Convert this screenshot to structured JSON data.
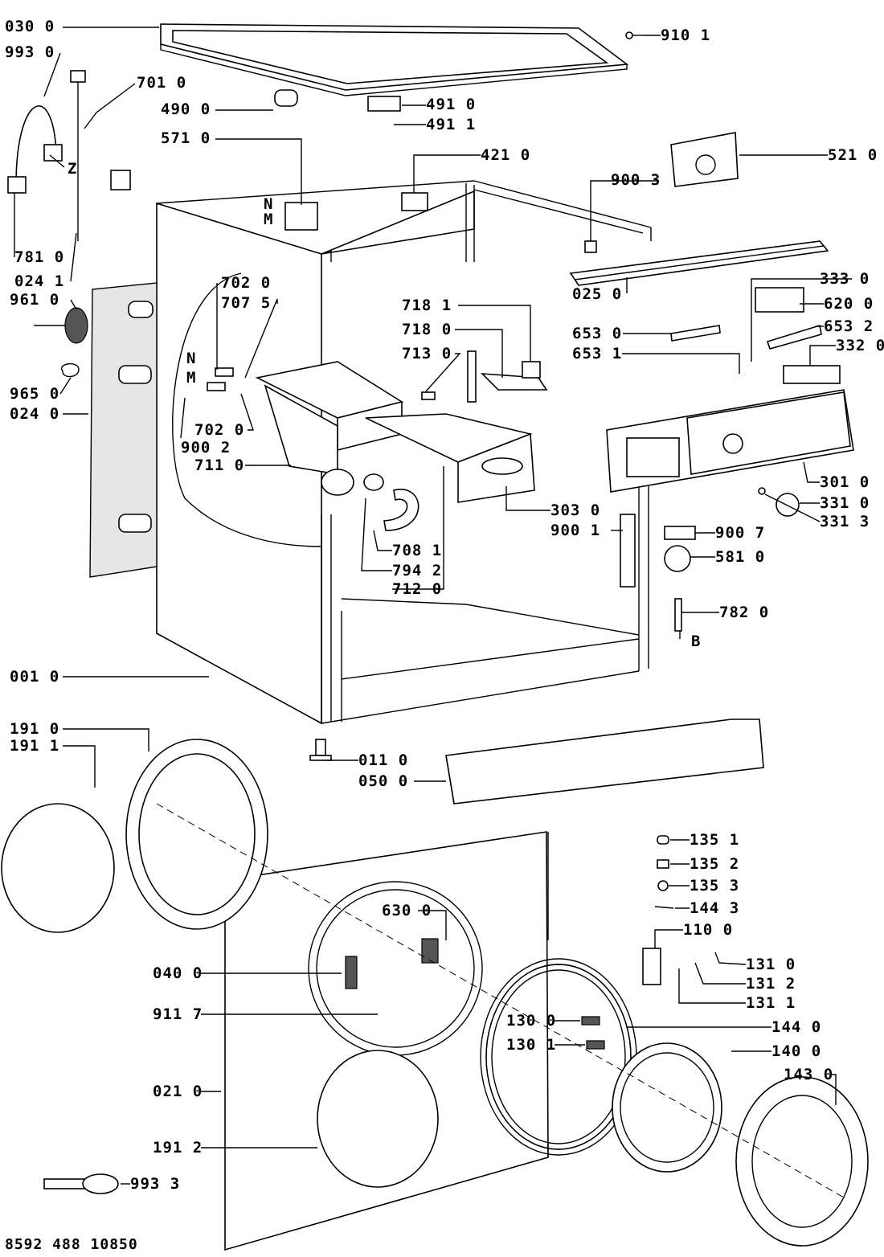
{
  "labels": [
    {
      "id": "l0300",
      "text": "030 0"
    },
    {
      "id": "l9930",
      "text": "993 0"
    },
    {
      "id": "l7010",
      "text": "701 0"
    },
    {
      "id": "l4900",
      "text": "490 0"
    },
    {
      "id": "l4910",
      "text": "491 0"
    },
    {
      "id": "l4911",
      "text": "491 1"
    },
    {
      "id": "l5710",
      "text": "571 0"
    },
    {
      "id": "l4210",
      "text": "421 0"
    },
    {
      "id": "l9101",
      "text": "910 1"
    },
    {
      "id": "l5210",
      "text": "521 0"
    },
    {
      "id": "lZ",
      "text": "Z"
    },
    {
      "id": "lN1",
      "text": "N"
    },
    {
      "id": "lM1",
      "text": "M"
    },
    {
      "id": "l9003",
      "text": "900 3"
    },
    {
      "id": "l7810",
      "text": "781 0"
    },
    {
      "id": "l0241",
      "text": "024 1"
    },
    {
      "id": "l7020a",
      "text": "702 0"
    },
    {
      "id": "l7075",
      "text": "707 5"
    },
    {
      "id": "l3330",
      "text": "333 0"
    },
    {
      "id": "l0250",
      "text": "025 0"
    },
    {
      "id": "l6200",
      "text": "620 0"
    },
    {
      "id": "l9610",
      "text": "961 0"
    },
    {
      "id": "l7181",
      "text": "718 1"
    },
    {
      "id": "l7180",
      "text": "718 0"
    },
    {
      "id": "l7130",
      "text": "713 0"
    },
    {
      "id": "l6530",
      "text": "653 0"
    },
    {
      "id": "l6532",
      "text": "653 2"
    },
    {
      "id": "l6531",
      "text": "653 1"
    },
    {
      "id": "l3320",
      "text": "332 0"
    },
    {
      "id": "lN2",
      "text": "N"
    },
    {
      "id": "lM2",
      "text": "M"
    },
    {
      "id": "l9650",
      "text": "965 0"
    },
    {
      "id": "l0240",
      "text": "024 0"
    },
    {
      "id": "l7020b",
      "text": "702 0"
    },
    {
      "id": "l9002",
      "text": "900 2"
    },
    {
      "id": "l7110",
      "text": "711 0"
    },
    {
      "id": "l3010",
      "text": "301 0"
    },
    {
      "id": "l3310",
      "text": "331 0"
    },
    {
      "id": "l3313",
      "text": "331 3"
    },
    {
      "id": "l3030",
      "text": "303 0"
    },
    {
      "id": "l9001",
      "text": "900 1"
    },
    {
      "id": "l9007",
      "text": "900 7"
    },
    {
      "id": "l5810",
      "text": "581 0"
    },
    {
      "id": "l7081",
      "text": "708 1"
    },
    {
      "id": "l7942",
      "text": "794 2"
    },
    {
      "id": "l7120",
      "text": "712 0"
    },
    {
      "id": "l7820",
      "text": "782 0"
    },
    {
      "id": "lB",
      "text": "B"
    },
    {
      "id": "l0010",
      "text": "001 0"
    },
    {
      "id": "l1910",
      "text": "191 0"
    },
    {
      "id": "l1911",
      "text": "191 1"
    },
    {
      "id": "l0110",
      "text": "011 0"
    },
    {
      "id": "l0500",
      "text": "050 0"
    },
    {
      "id": "l1351",
      "text": "135 1"
    },
    {
      "id": "l1352",
      "text": "135 2"
    },
    {
      "id": "l1353",
      "text": "135 3"
    },
    {
      "id": "l1443",
      "text": "144 3"
    },
    {
      "id": "l6300",
      "text": "630 0"
    },
    {
      "id": "l1100",
      "text": "110 0"
    },
    {
      "id": "l0400",
      "text": "040 0"
    },
    {
      "id": "l1310",
      "text": "131 0"
    },
    {
      "id": "l1312",
      "text": "131 2"
    },
    {
      "id": "l1311",
      "text": "131 1"
    },
    {
      "id": "l9117",
      "text": "911 7"
    },
    {
      "id": "l1300",
      "text": "130 0"
    },
    {
      "id": "l1440",
      "text": "144 0"
    },
    {
      "id": "l1301",
      "text": "130 1"
    },
    {
      "id": "l1400",
      "text": "140 0"
    },
    {
      "id": "l1430",
      "text": "143 0"
    },
    {
      "id": "l0210",
      "text": "021 0"
    },
    {
      "id": "l1912",
      "text": "191 2"
    },
    {
      "id": "l9933",
      "text": "993 3"
    }
  ],
  "footer": {
    "code": "8592 488 10850"
  }
}
